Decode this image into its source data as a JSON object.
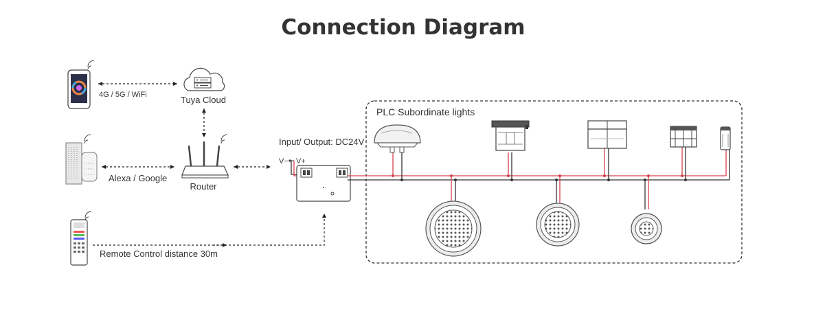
{
  "title": "Connection Diagram",
  "labels": {
    "network": "4G / 5G / WiFi",
    "cloud": "Tuya Cloud",
    "voice": "Alexa / Google",
    "router": "Router",
    "remote": "Remote Control distance 30m",
    "power": "Input/ Output: DC24V",
    "vminus": "V−",
    "vplus": "V+",
    "group": "PLC Subordinate lights"
  },
  "nodes": [
    {
      "id": "smartphone",
      "icon": "smartphone-icon"
    },
    {
      "id": "tuya-cloud",
      "icon": "cloud-server-icon"
    },
    {
      "id": "smart-speaker",
      "icon": "smart-speaker-icon"
    },
    {
      "id": "router",
      "icon": "router-icon"
    },
    {
      "id": "remote",
      "icon": "remote-control-icon"
    },
    {
      "id": "controller",
      "icon": "plc-controller-icon"
    },
    {
      "id": "par56-lamp",
      "icon": "par-lamp-icon"
    },
    {
      "id": "inground-light",
      "icon": "inground-light-icon"
    },
    {
      "id": "wall-light",
      "icon": "wall-light-icon"
    },
    {
      "id": "step-light",
      "icon": "step-light-icon"
    },
    {
      "id": "mini-spot",
      "icon": "mini-spot-icon"
    },
    {
      "id": "pool-light-large",
      "icon": "pool-light-icon"
    },
    {
      "id": "pool-light-medium",
      "icon": "pool-light-icon"
    },
    {
      "id": "pool-light-small",
      "icon": "pool-light-icon"
    }
  ],
  "edges": [
    {
      "from": "smartphone",
      "to": "tuya-cloud",
      "style": "dashed",
      "label": "4G / 5G / WiFi"
    },
    {
      "from": "tuya-cloud",
      "to": "router",
      "style": "dashed"
    },
    {
      "from": "smart-speaker",
      "to": "router",
      "style": "dashed",
      "label": "Alexa / Google"
    },
    {
      "from": "router",
      "to": "controller",
      "style": "dashed"
    },
    {
      "from": "remote",
      "to": "controller",
      "style": "dashed",
      "label": "Remote Control distance 30m"
    },
    {
      "from": "controller",
      "to": "PLC Subordinate lights",
      "style": "wire"
    }
  ],
  "colors": {
    "wire_positive": "#d6404a",
    "wire_negative": "#333333",
    "text": "#333333"
  }
}
